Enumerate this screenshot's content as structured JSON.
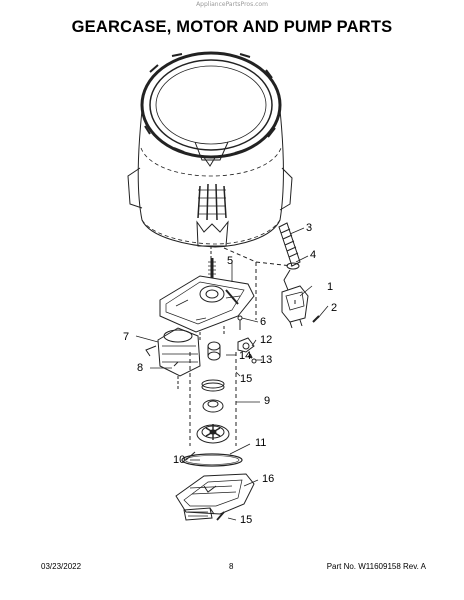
{
  "watermark": "AppliancePartsPros.com",
  "title": "GEARCASE, MOTOR AND PUMP PARTS",
  "callouts": [
    "1",
    "2",
    "3",
    "4",
    "5",
    "6",
    "7",
    "8",
    "9",
    "10",
    "11",
    "12",
    "13",
    "14",
    "15",
    "16",
    "15"
  ],
  "footer": {
    "date": "03/23/2022",
    "page": "8",
    "part": "Part No. W11609158  Rev. A"
  }
}
